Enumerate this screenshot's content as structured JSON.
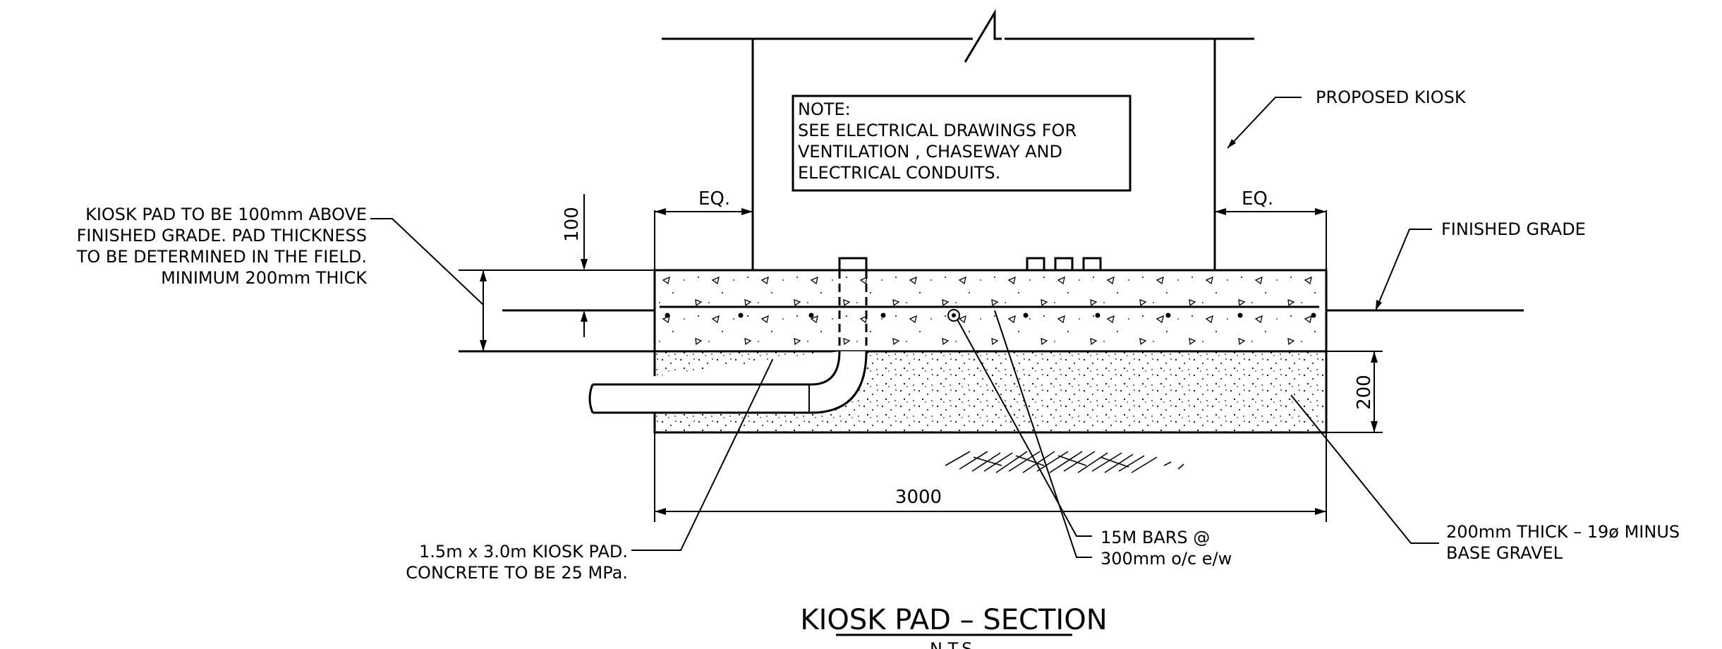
{
  "note": {
    "heading": "NOTE:",
    "lines": [
      "SEE ELECTRICAL DRAWINGS FOR",
      "VENTILATION , CHASEWAY AND",
      "ELECTRICAL CONDUITS."
    ]
  },
  "callouts": {
    "proposed_kiosk": "PROPOSED KIOSK",
    "finished_grade": "FINISHED GRADE",
    "pad_height": [
      "KIOSK PAD TO BE 100mm ABOVE",
      "FINISHED GRADE. PAD THICKNESS",
      "TO BE DETERMINED IN THE FIELD.",
      "MINIMUM 200mm THICK"
    ],
    "pad_size": [
      "1.5m x 3.0m KIOSK PAD.",
      "CONCRETE TO BE 25 MPa."
    ],
    "bars": [
      "15M BARS @",
      "300mm o/c e/w"
    ],
    "gravel": [
      "200mm THICK – 19ø MINUS",
      "BASE GRAVEL"
    ]
  },
  "dimensions": {
    "eq_left": "EQ.",
    "eq_right": "EQ.",
    "above_grade": "100",
    "gravel_depth": "200",
    "pad_length": "3000"
  },
  "title": {
    "main": "KIOSK PAD – SECTION",
    "scale": "N.T.S."
  }
}
